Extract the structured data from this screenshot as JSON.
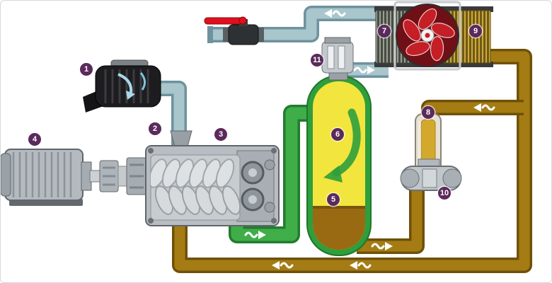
{
  "callouts": [
    {
      "num": "1"
    },
    {
      "num": "2"
    },
    {
      "num": "3"
    },
    {
      "num": "4"
    },
    {
      "num": "5"
    },
    {
      "num": "6"
    },
    {
      "num": "7"
    },
    {
      "num": "8"
    },
    {
      "num": "9"
    },
    {
      "num": "10"
    },
    {
      "num": "11"
    }
  ],
  "icons": {
    "flow_arrow": "wavy-arrow",
    "swirl_arrow": "curved-arrow",
    "valve_handle": "lever"
  },
  "colors": {
    "callout_bg": "#5b2a5c",
    "pipe_air": "#a9c6cd",
    "pipe_mix": "#3fae49",
    "pipe_oil": "#a57c14",
    "oil": "#9a6a12",
    "separator_fluid": "#f2e53e",
    "fan_blade": "#c41e26",
    "valve_handle": "#e0101c"
  }
}
